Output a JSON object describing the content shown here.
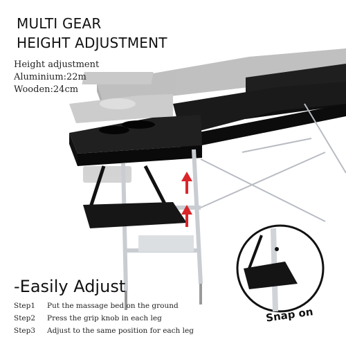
{
  "headline": {
    "line1": "MULTI GEAR",
    "line2": "HEIGHT ADJUSTMENT"
  },
  "specs": {
    "line1": "Height adjustment",
    "line2": "Aluminium:22m",
    "line3": "Wooden:24cm"
  },
  "adjust": {
    "title": "-Easily Adjust",
    "steps": [
      {
        "label": "Step1",
        "text": "Put the massage bed on the ground"
      },
      {
        "label": "Step2",
        "text": "Press the grip knob in each leg"
      },
      {
        "label": "Step3",
        "text": "Adjust to the same position for each leg"
      }
    ]
  },
  "callout": {
    "label": "Snap on"
  },
  "colors": {
    "table_black": "#1a1a1a",
    "table_ghost": "#9a9a9a",
    "frame_silver": "#c9cdd2",
    "arrow_red": "#d9262b"
  }
}
